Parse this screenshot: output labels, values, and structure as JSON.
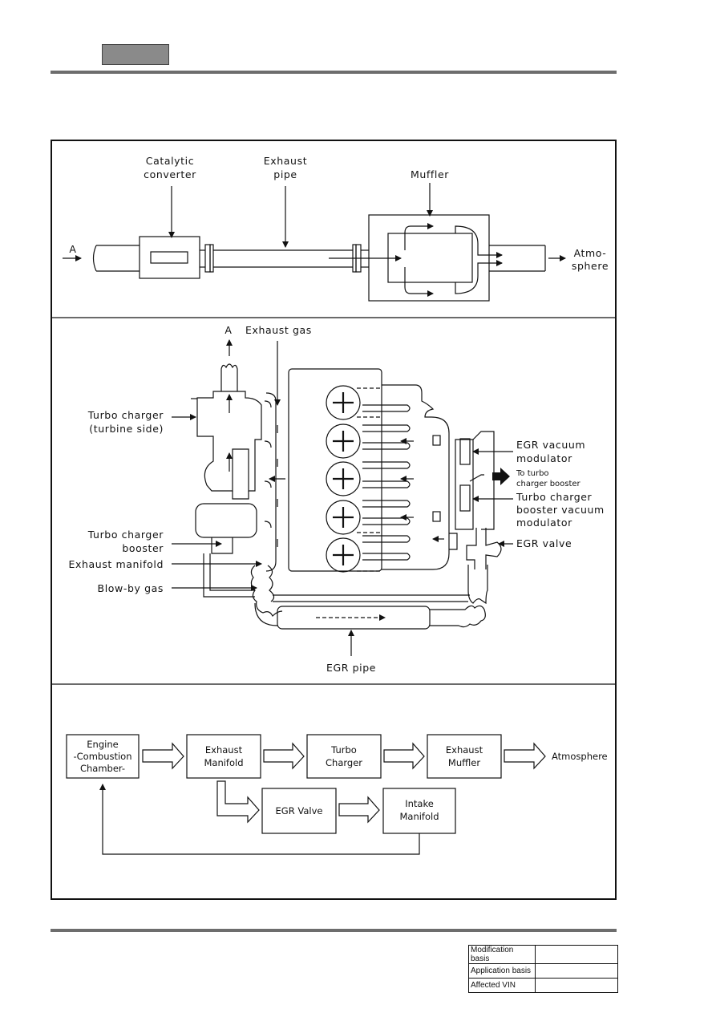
{
  "top_diagram": {
    "catalytic_converter": [
      "Catalytic",
      "converter"
    ],
    "exhaust_pipe": [
      "Exhaust",
      "pipe"
    ],
    "muffler": "Muffler",
    "inlet_marker": "A",
    "atmosphere": [
      "Atmo-",
      "sphere"
    ]
  },
  "middle_diagram": {
    "outlet_marker": "A",
    "exhaust_gas": "Exhaust gas",
    "turbo_charger_turbine": [
      "Turbo charger",
      "(turbine side)"
    ],
    "turbo_charger_booster": [
      "Turbo charger",
      "booster"
    ],
    "exhaust_manifold": "Exhaust manifold",
    "blow_by_gas": "Blow-by gas",
    "egr_pipe": "EGR pipe",
    "egr_vacuum_modulator": [
      "EGR vacuum",
      "modulator"
    ],
    "to_turbo_booster": [
      "To turbo",
      "charger booster"
    ],
    "booster_vacuum_modulator": [
      "Turbo charger",
      "booster vacuum",
      "modulator"
    ],
    "egr_valve": "EGR valve"
  },
  "flow_chart": {
    "engine": [
      "Engine",
      "-Combustion",
      "Chamber-"
    ],
    "exhaust_manifold": [
      "Exhaust",
      "Manifold"
    ],
    "turbo_charger": [
      "Turbo",
      "Charger"
    ],
    "exhaust_muffler": [
      "Exhaust",
      "Muffler"
    ],
    "atmosphere": "Atmosphere",
    "egr_valve": "EGR Valve",
    "intake_manifold": [
      "Intake",
      "Manifold"
    ]
  },
  "meta_table": {
    "modification_basis": "Modification basis",
    "application_basis": "Application basis",
    "affected_vin": "Affected VIN"
  }
}
